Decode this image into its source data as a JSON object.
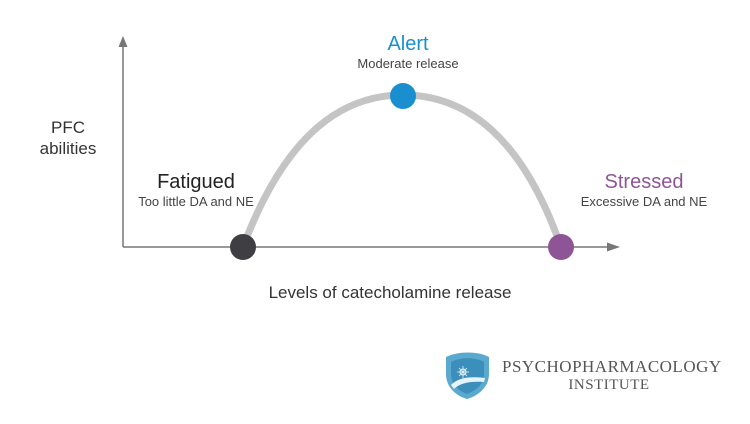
{
  "diagram": {
    "y_axis_label": [
      "PFC",
      "abilities"
    ],
    "x_axis_label": "Levels of catecholamine release",
    "states": [
      {
        "id": "fatigued",
        "title": "Fatigued",
        "description": "Too little DA and NE",
        "color": "#3f3f43"
      },
      {
        "id": "alert",
        "title": "Alert",
        "description": "Moderate release",
        "color": "#1a8fd0"
      },
      {
        "id": "stressed",
        "title": "Stressed",
        "description": "Excessive DA and NE",
        "color": "#8e5596"
      }
    ],
    "curve_color": "#c4c4c4",
    "axis_color": "#777777"
  },
  "logo": {
    "line1": "PSYCHOPHARMACOLOGY",
    "line2": "INSTITUTE",
    "accent_color": "#5aa9cf"
  }
}
